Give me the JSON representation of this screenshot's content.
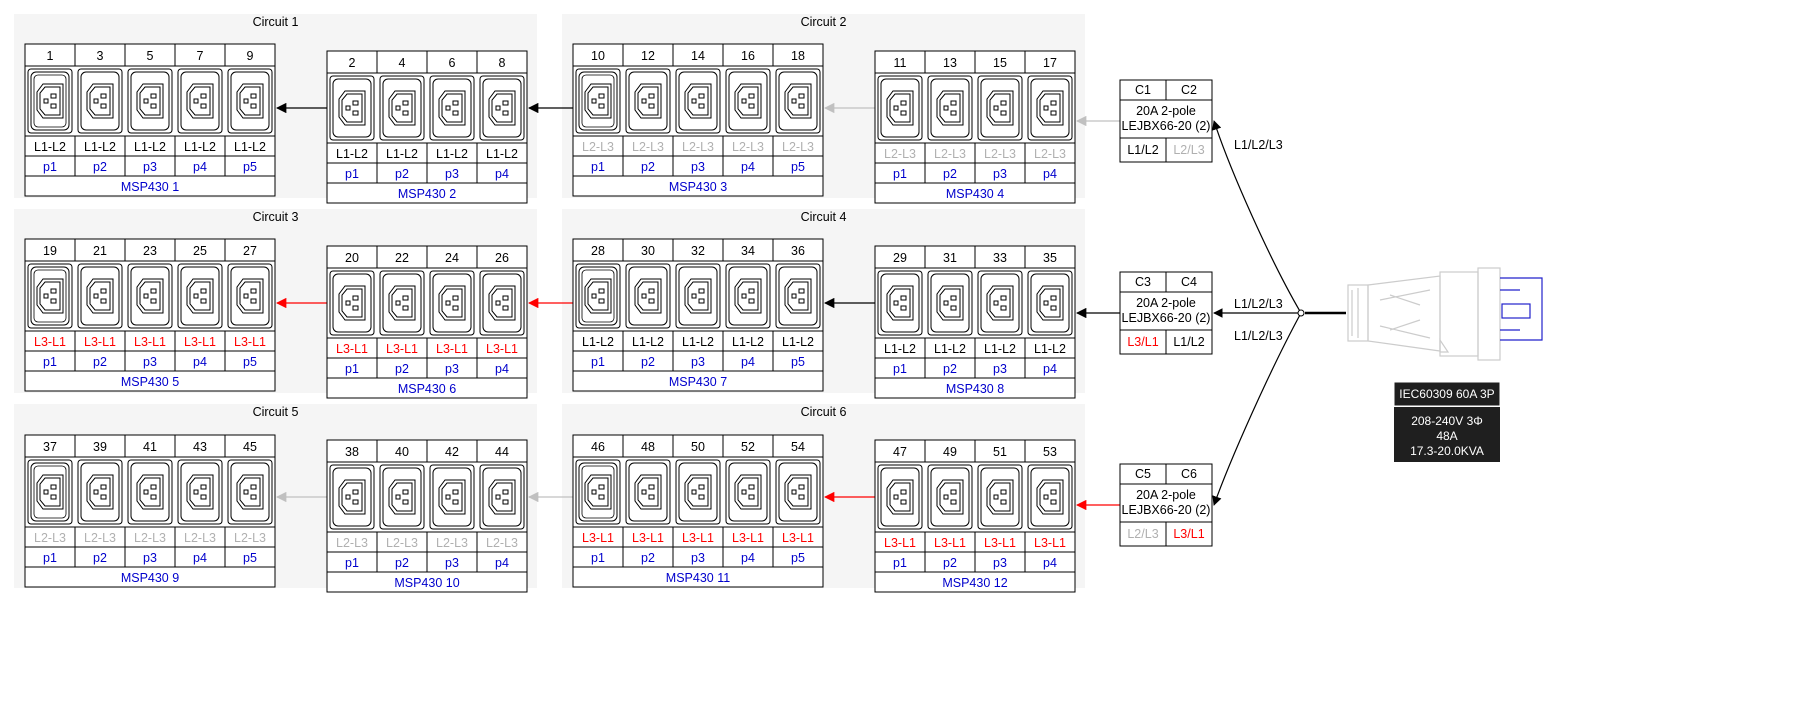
{
  "circuits": [
    {
      "title": "Circuit 1",
      "units": [
        {
          "name": "MSP430 1",
          "outlets": [
            "1",
            "3",
            "5",
            "7",
            "9"
          ],
          "phase": "L1-L2",
          "phase_color": "#000000",
          "ports": [
            "p1",
            "p2",
            "p3",
            "p4",
            "p5"
          ]
        },
        {
          "name": "MSP430 2",
          "outlets": [
            "2",
            "4",
            "6",
            "8"
          ],
          "phase": "L1-L2",
          "phase_color": "#000000",
          "ports": [
            "p1",
            "p2",
            "p3",
            "p4"
          ]
        }
      ]
    },
    {
      "title": "Circuit 2",
      "units": [
        {
          "name": "MSP430 3",
          "outlets": [
            "10",
            "12",
            "14",
            "16",
            "18"
          ],
          "phase": "L2-L3",
          "phase_color": "#b0b0b0",
          "ports": [
            "p1",
            "p2",
            "p3",
            "p4",
            "p5"
          ]
        },
        {
          "name": "MSP430 4",
          "outlets": [
            "11",
            "13",
            "15",
            "17"
          ],
          "phase": "L2-L3",
          "phase_color": "#b0b0b0",
          "ports": [
            "p1",
            "p2",
            "p3",
            "p4"
          ]
        }
      ]
    },
    {
      "title": "Circuit 3",
      "units": [
        {
          "name": "MSP430 5",
          "outlets": [
            "19",
            "21",
            "23",
            "25",
            "27"
          ],
          "phase": "L3-L1",
          "phase_color": "#ff0000",
          "ports": [
            "p1",
            "p2",
            "p3",
            "p4",
            "p5"
          ]
        },
        {
          "name": "MSP430 6",
          "outlets": [
            "20",
            "22",
            "24",
            "26"
          ],
          "phase": "L3-L1",
          "phase_color": "#ff0000",
          "ports": [
            "p1",
            "p2",
            "p3",
            "p4"
          ]
        }
      ]
    },
    {
      "title": "Circuit 4",
      "units": [
        {
          "name": "MSP430 7",
          "outlets": [
            "28",
            "30",
            "32",
            "34",
            "36"
          ],
          "phase": "L1-L2",
          "phase_color": "#000000",
          "ports": [
            "p1",
            "p2",
            "p3",
            "p4",
            "p5"
          ]
        },
        {
          "name": "MSP430 8",
          "outlets": [
            "29",
            "31",
            "33",
            "35"
          ],
          "phase": "L1-L2",
          "phase_color": "#000000",
          "ports": [
            "p1",
            "p2",
            "p3",
            "p4"
          ]
        }
      ]
    },
    {
      "title": "Circuit 5",
      "units": [
        {
          "name": "MSP430 9",
          "outlets": [
            "37",
            "39",
            "41",
            "43",
            "45"
          ],
          "phase": "L2-L3",
          "phase_color": "#b0b0b0",
          "ports": [
            "p1",
            "p2",
            "p3",
            "p4",
            "p5"
          ]
        },
        {
          "name": "MSP430 10",
          "outlets": [
            "38",
            "40",
            "42",
            "44"
          ],
          "phase": "L2-L3",
          "phase_color": "#b0b0b0",
          "ports": [
            "p1",
            "p2",
            "p3",
            "p4"
          ]
        }
      ]
    },
    {
      "title": "Circuit 6",
      "units": [
        {
          "name": "MSP430 11",
          "outlets": [
            "46",
            "48",
            "50",
            "52",
            "54"
          ],
          "phase": "L3-L1",
          "phase_color": "#ff0000",
          "ports": [
            "p1",
            "p2",
            "p3",
            "p4",
            "p5"
          ]
        },
        {
          "name": "MSP430 12",
          "outlets": [
            "47",
            "49",
            "51",
            "53"
          ],
          "phase": "L3-L1",
          "phase_color": "#ff0000",
          "ports": [
            "p1",
            "p2",
            "p3",
            "p4"
          ]
        }
      ]
    }
  ],
  "breakers": [
    {
      "labels": [
        "C1",
        "C2"
      ],
      "line1": "20A 2-pole",
      "line2": "LEJBX66-20 (2)",
      "outputs": [
        {
          "text": "L1/L2",
          "color": "#000000"
        },
        {
          "text": "L2/L3",
          "color": "#b0b0b0"
        }
      ]
    },
    {
      "labels": [
        "C3",
        "C4"
      ],
      "line1": "20A 2-pole",
      "line2": "LEJBX66-20 (2)",
      "outputs": [
        {
          "text": "L3/L1",
          "color": "#ff0000"
        },
        {
          "text": "L1/L2",
          "color": "#000000"
        }
      ]
    },
    {
      "labels": [
        "C5",
        "C6"
      ],
      "line1": "20A 2-pole",
      "line2": "LEJBX66-20 (2)",
      "outputs": [
        {
          "text": "L2/L3",
          "color": "#b0b0b0"
        },
        {
          "text": "L3/L1",
          "color": "#ff0000"
        }
      ]
    }
  ],
  "feed_labels": [
    "L1/L2/L3",
    "L1/L2/L3",
    "L1/L2/L3"
  ],
  "connector_box": {
    "title": "IEC60309 60A 3P",
    "lines": [
      "208-240V 3Φ",
      "48A",
      "17.3-20.0KVA"
    ]
  },
  "colors": {
    "port_text": "#0000cc",
    "panel_bg": "#f5f5f5",
    "black_wire": "#000000",
    "grey_wire": "#c0c0c0",
    "red_wire": "#ff0000",
    "plug_outline": "#cccccc",
    "plug_accent": "#2222cc"
  },
  "icons": {
    "outlet_wide": "c13-double-outlet-icon",
    "outlet": "c13-outlet-icon",
    "plug": "iec60309-plug-icon"
  }
}
